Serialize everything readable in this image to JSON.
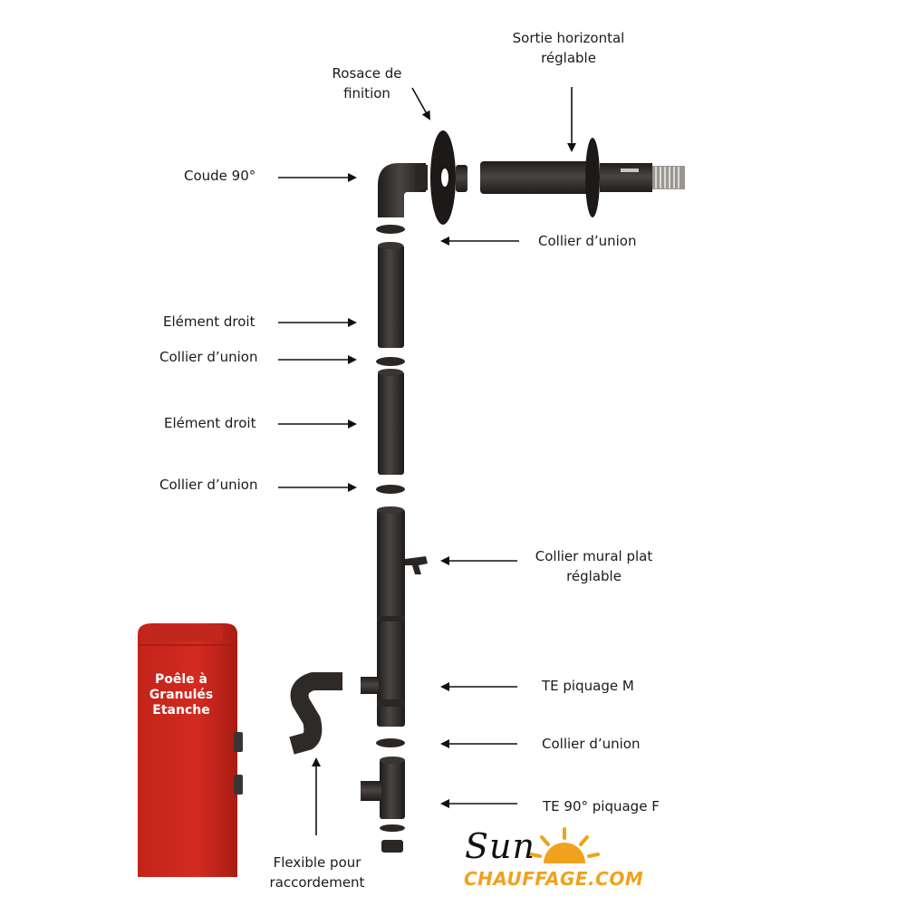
{
  "labels": {
    "sortie": [
      "Sortie horizontal",
      "réglable"
    ],
    "rosace": [
      "Rosace de",
      "finition"
    ],
    "coude": "Coude 90°",
    "collier_top": "Collier d’union",
    "element_droit_1": "Elément droit",
    "collier_1": "Collier d’union",
    "element_droit_2": "Elément droit",
    "collier_2": "Collier d’union",
    "collier_mural": [
      "Collier mural plat",
      "réglable"
    ],
    "te_piquage_m": "TE piquage M",
    "collier_bottom": "Collier d’union",
    "te_90": "TE 90° piquage F",
    "flexible": [
      "Flexible pour",
      "raccordement"
    ]
  },
  "stove": {
    "text": "Poêle à\nGranulés\nEtanche",
    "color": "#d42a20"
  },
  "logo": {
    "sun": "Sun",
    "chauffage": "CHAUFFAGE.COM",
    "sun_color": "#f0a21e"
  },
  "colors": {
    "pipe": "#2e2a28",
    "pipe_light": "#4a4542",
    "arrow": "#111111"
  }
}
